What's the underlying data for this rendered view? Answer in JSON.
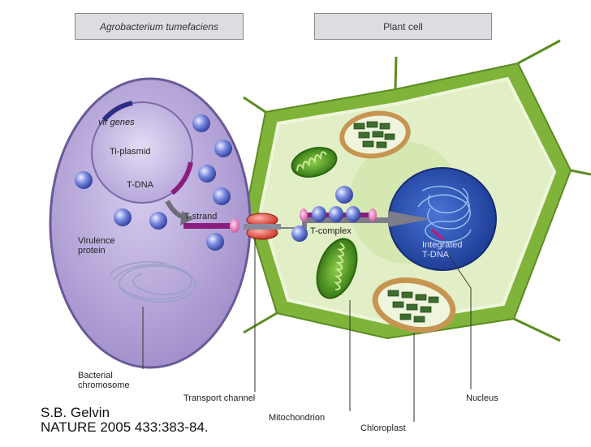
{
  "headers": {
    "left": "Agrobacterium tumefaciens",
    "right": "Plant cell"
  },
  "labels": {
    "vir_genes": "vir genes",
    "ti_plasmid": "Ti-plasmid",
    "t_dna": "T-DNA",
    "t_strand": "T-strand",
    "virulence_protein_line1": "Virulence",
    "virulence_protein_line2": "protein",
    "t_complex": "T-complex",
    "integrated_line1": "Integrated",
    "integrated_line2": "T-DNA",
    "bacterial_chromosome_line1": "Bacterial",
    "bacterial_chromosome_line2": "chromosome",
    "transport_channel": "Transport channel",
    "mitochondrion": "Mitochondrion",
    "nucleus": "Nucleus",
    "chloroplast": "Chloroplast"
  },
  "citation": {
    "line1": "S.B. Gelvin",
    "line2": "NATURE 2005 433:383-84."
  },
  "colors": {
    "bacterium": "#b7a6d8",
    "cell_wall": "#7fb33a",
    "cytoplasm": "#e2efc6",
    "nucleus": "#2e56b8",
    "mitochondrion": "#3f8a1a",
    "chloroplast_outer": "#b98a4a",
    "protein": "#5c6fd0",
    "t_dna": "#8a1e7e"
  }
}
